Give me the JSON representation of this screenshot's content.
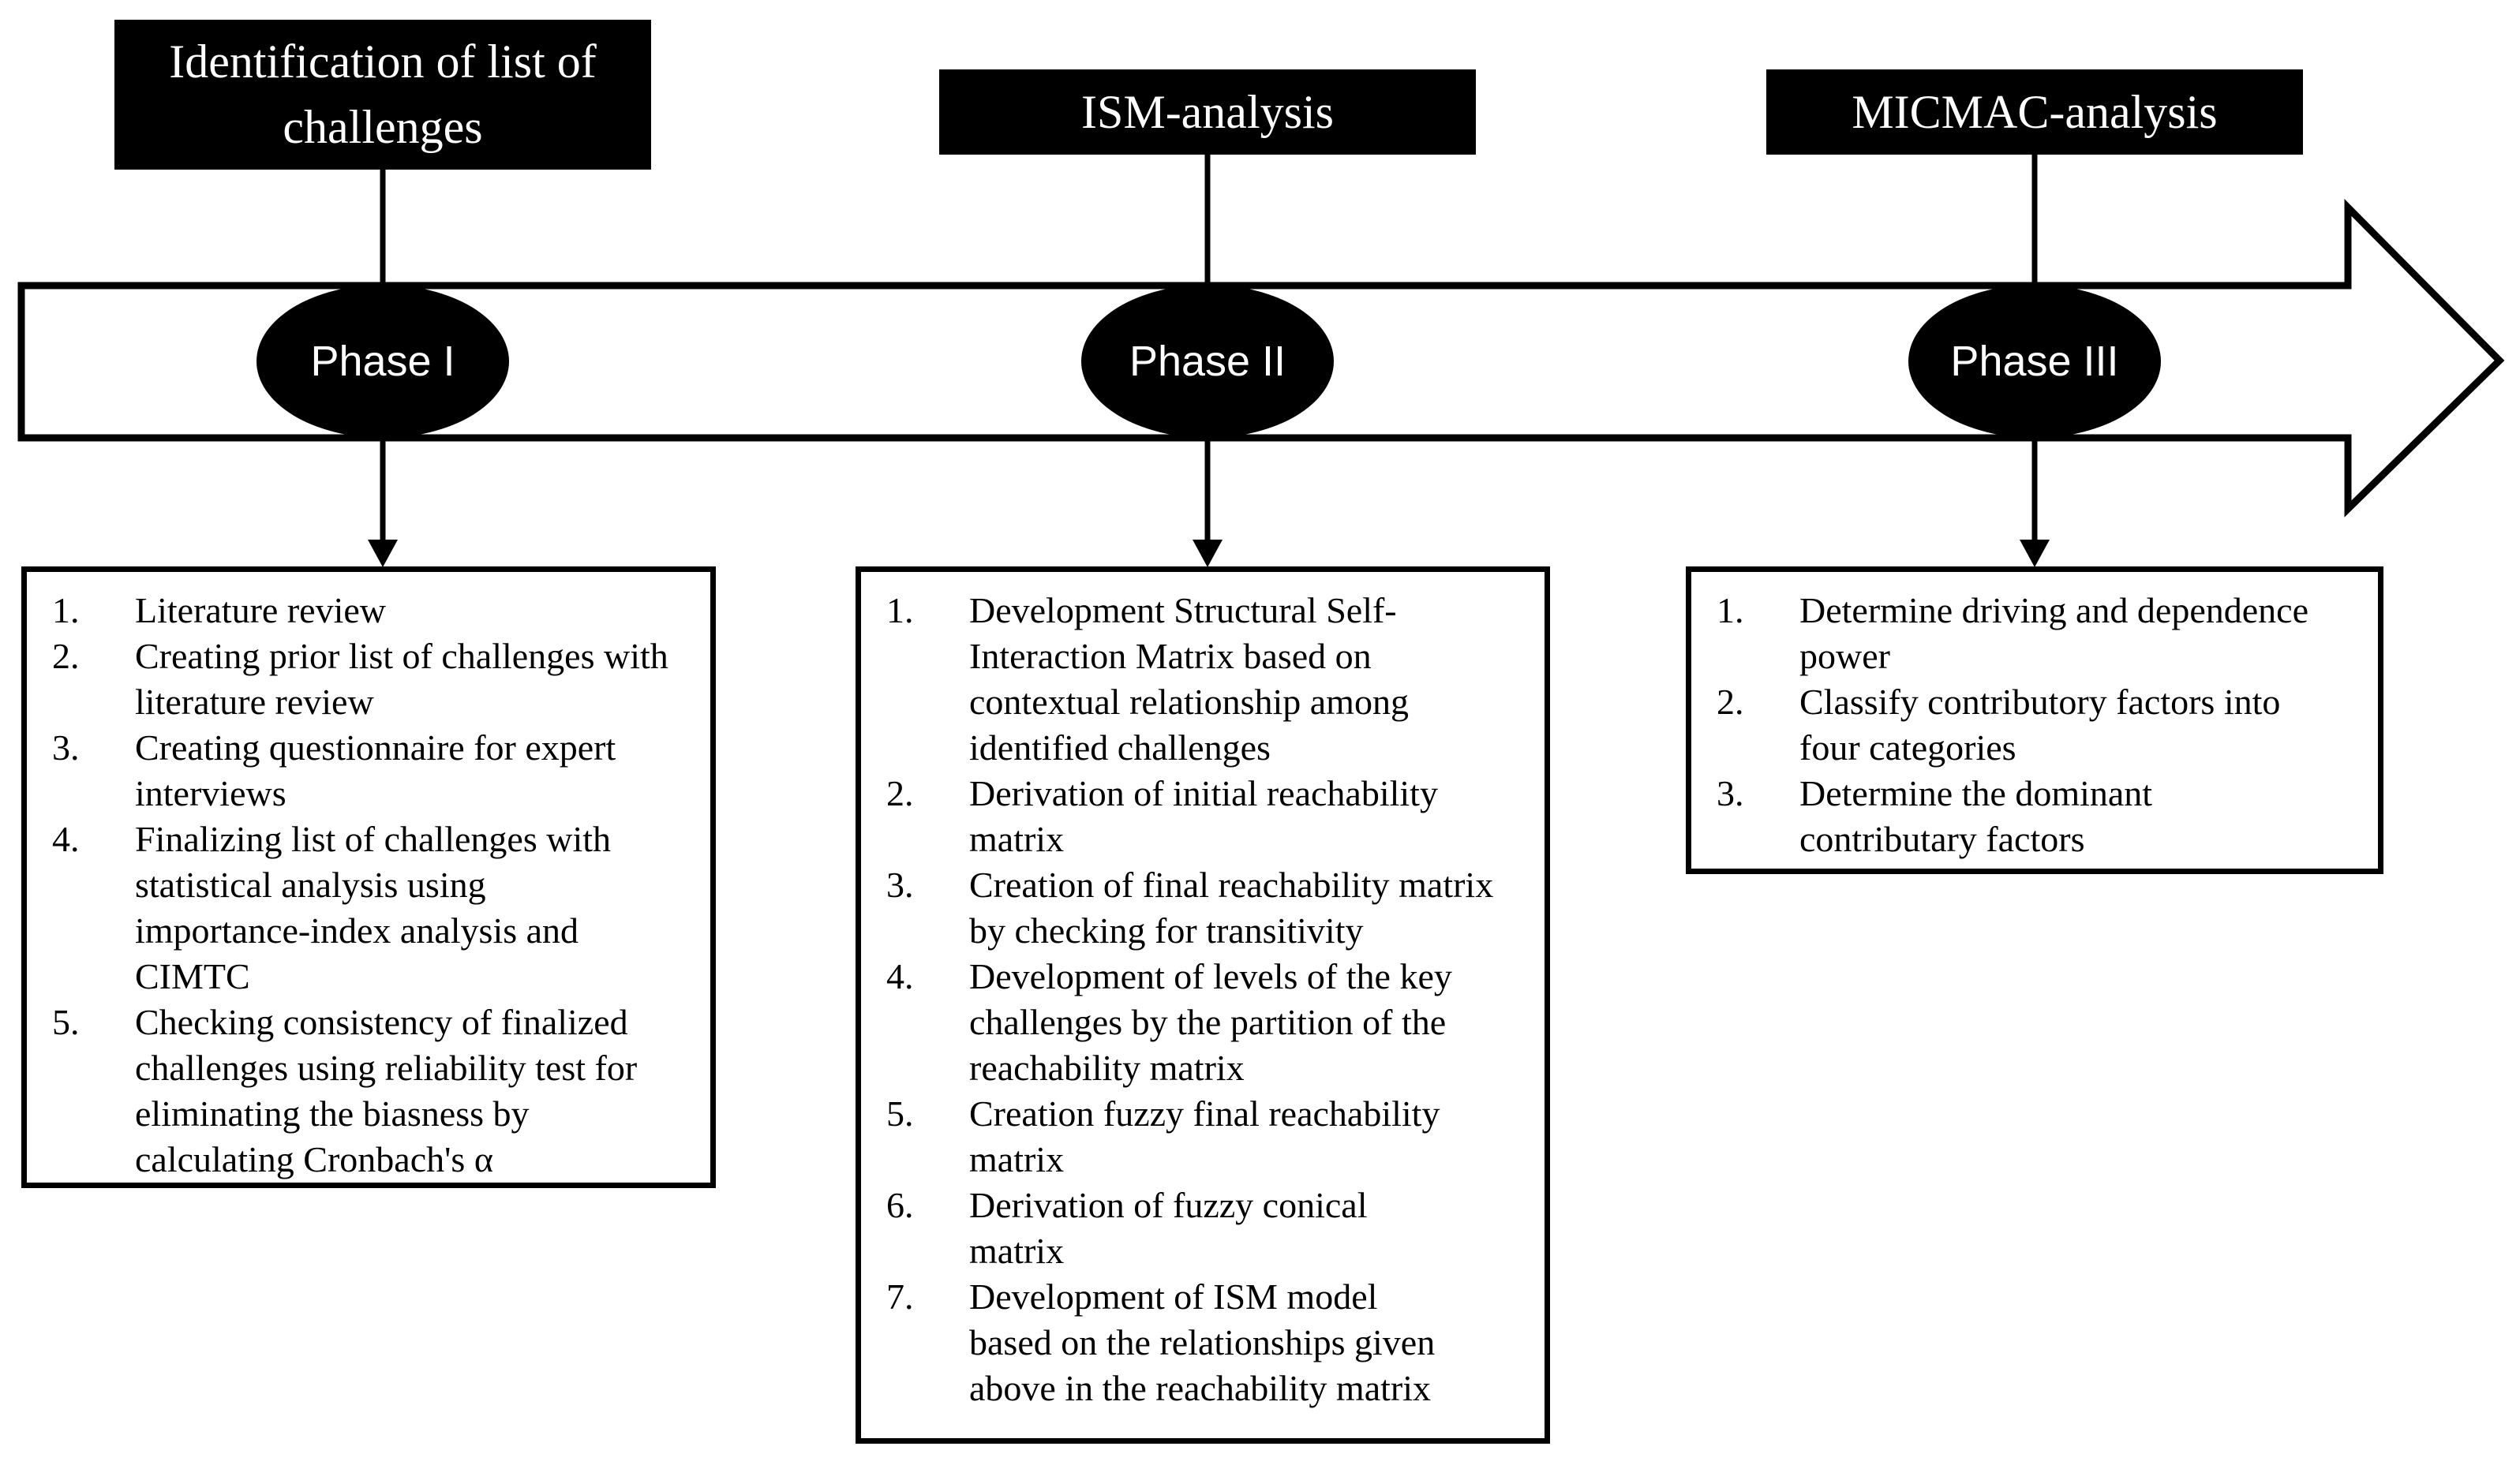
{
  "colors": {
    "ink": "#000000",
    "paper": "#ffffff"
  },
  "timeline": {
    "shape": "block-arrow-right"
  },
  "phases": [
    {
      "header": "Identification of list of\nchallenges",
      "phase_label": "Phase I",
      "steps": [
        {
          "no": "1.",
          "text": "Literature review"
        },
        {
          "no": "2.",
          "text": "Creating prior list of challenges with\nliterature review"
        },
        {
          "no": "3.",
          "text": "Creating questionnaire for expert\ninterviews"
        },
        {
          "no": "4.",
          "text": "Finalizing list of challenges with\nstatistical analysis using\nimportance-index analysis and\nCIMTC"
        },
        {
          "no": "5.",
          "text": "Checking consistency of finalized\nchallenges using reliability test for\neliminating the biasness by\ncalculating Cronbach's α"
        }
      ]
    },
    {
      "header": "ISM-analysis",
      "phase_label": "Phase II",
      "steps": [
        {
          "no": "1.",
          "text": "Development Structural Self-\nInteraction Matrix based on\ncontextual relationship among\nidentified challenges"
        },
        {
          "no": "2.",
          "text": "Derivation of initial reachability\nmatrix"
        },
        {
          "no": "3.",
          "text": "Creation of final reachability matrix\nby checking for transitivity"
        },
        {
          "no": "4.",
          "text": "Development of levels of the key\nchallenges by the partition of the\nreachability matrix"
        },
        {
          "no": "5.",
          "text": "Creation fuzzy final reachability\nmatrix"
        },
        {
          "no": "6.",
          "text": "Derivation of fuzzy conical\nmatrix"
        },
        {
          "no": "7.",
          "text": "Development of ISM model\nbased on the relationships given\nabove in the reachability matrix"
        }
      ]
    },
    {
      "header": "MICMAC-analysis",
      "phase_label": "Phase III",
      "steps": [
        {
          "no": "1.",
          "text": "Determine driving and dependence\npower"
        },
        {
          "no": "2.",
          "text": "Classify contributory factors into\nfour categories"
        },
        {
          "no": "3.",
          "text": "Determine the dominant\ncontributary factors"
        }
      ]
    }
  ]
}
